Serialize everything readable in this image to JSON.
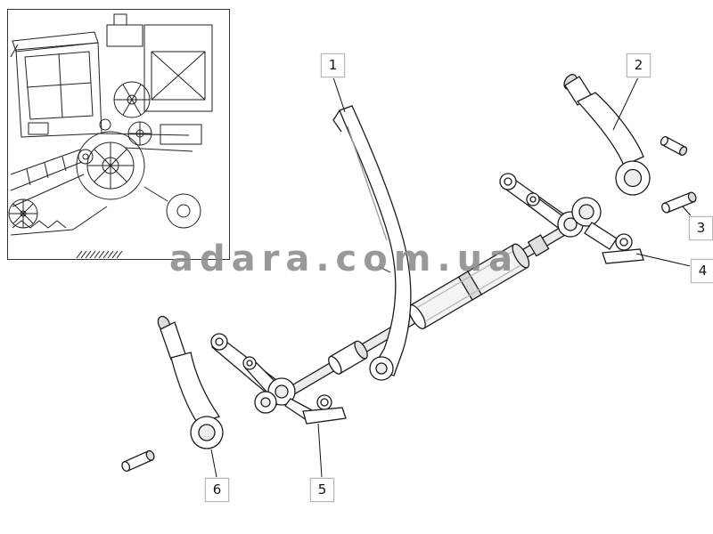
{
  "figure": {
    "watermark": "adara.com.ua",
    "callouts": [
      {
        "label": "1"
      },
      {
        "label": "2"
      },
      {
        "label": "3"
      },
      {
        "label": "4"
      },
      {
        "label": "5"
      },
      {
        "label": "6"
      }
    ],
    "colors": {
      "background": "#ffffff",
      "line": "#1b1b1b",
      "watermark": "#8b8b8b"
    }
  }
}
